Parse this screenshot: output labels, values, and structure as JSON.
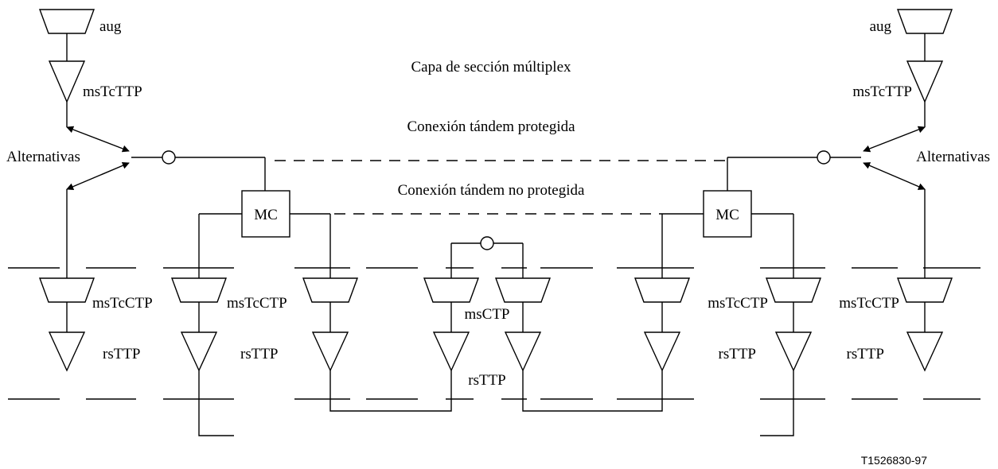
{
  "labels": {
    "aug": "aug",
    "msTcTTP": "msTcTTP",
    "capa_title": "Capa de sección múltiplex",
    "protegida": "Conexión tándem protegida",
    "no_protegida": "Conexión tándem no protegida",
    "alternativas": "Alternativas",
    "mc": "MC",
    "msTcCTP": "msTcCTP",
    "msCTP": "msCTP",
    "rsTTP": "rsTTP"
  },
  "figure_id": "T1526830-97"
}
